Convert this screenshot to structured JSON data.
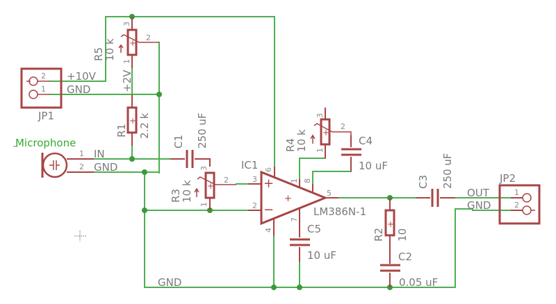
{
  "title": "LM386 Microphone Amplifier Schematic",
  "colors": {
    "wire": "#4caf50",
    "part": "#a84444",
    "label": "#7a7a7a",
    "net_label_green": "#33aa33"
  },
  "components": {
    "JP1": {
      "name": "JP1",
      "pins": {
        "p1": "1",
        "p2": "2"
      },
      "net1": "GND",
      "net2": "+10V"
    },
    "JP2": {
      "name": "JP2",
      "pins": {
        "p1": "1",
        "p2": "2"
      },
      "net1": "OUT",
      "net2": "GND"
    },
    "R5": {
      "name": "R5",
      "value": "10 k",
      "pins": {
        "p1": "1",
        "p2": "2",
        "p3": "3"
      },
      "net_out": "+2V"
    },
    "R1": {
      "name": "R1",
      "value": "2.2 k"
    },
    "C1": {
      "name": "C1",
      "value": "250 uF"
    },
    "R3": {
      "name": "R3",
      "value": "10 k",
      "pins": {
        "p1": "1",
        "p2": "2",
        "p3": "3"
      }
    },
    "IC1": {
      "name": "IC1",
      "part": "LM386N-1",
      "pins": {
        "p1": "1",
        "p2": "2",
        "p3": "3",
        "p4": "4",
        "p5": "5",
        "p6": "6",
        "p7": "7",
        "p8": "8"
      },
      "plus": "+",
      "minus": "−",
      "center": "+"
    },
    "R4": {
      "name": "R4",
      "value": "10 k",
      "pins": {
        "p1": "1",
        "p2": "2",
        "p3": "3"
      }
    },
    "C4": {
      "name": "C4",
      "value": "10 uF"
    },
    "C5": {
      "name": "C5",
      "value": "10 uF"
    },
    "R2": {
      "name": "R2",
      "value": "10"
    },
    "C2": {
      "name": "C2",
      "value": "0.05 uF"
    },
    "C3": {
      "name": "C3",
      "value": "250 uF"
    },
    "MIC": {
      "name": "Microphone",
      "pins": {
        "p1": "1",
        "p2": "2"
      },
      "net1": "IN",
      "net2": "GND"
    }
  },
  "nets": {
    "gnd_bottom": "GND"
  },
  "resistor_plus": "+"
}
